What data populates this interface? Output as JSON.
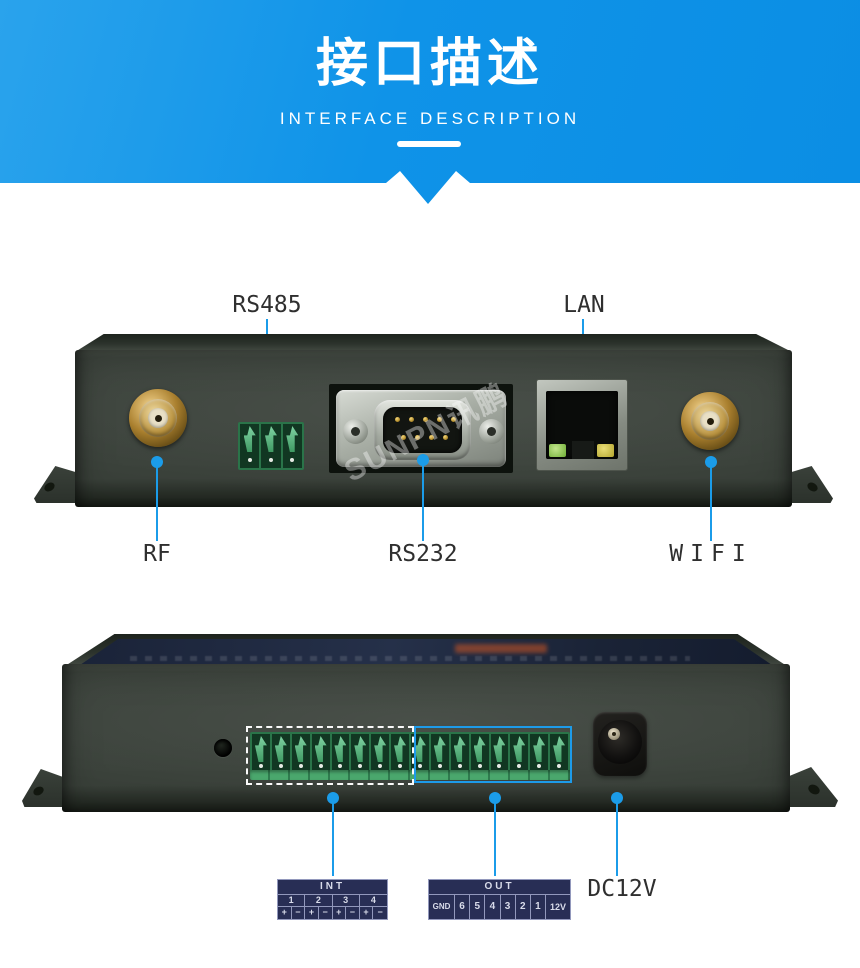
{
  "header": {
    "title": "接口描述",
    "subtitle": "INTERFACE DESCRIPTION"
  },
  "callout_color": "#1b9ce9",
  "front_view": {
    "watermark": "SUNPN讯鹏",
    "labels": {
      "rs485": "RS485",
      "lan": "LAN",
      "rf": "RF",
      "rs232": "RS232",
      "wifi": "WIFI"
    },
    "rs485_terminal": {
      "pin_count": 3
    }
  },
  "back_view": {
    "terminal": {
      "pin_count": 16
    },
    "int_table": {
      "title": "INT",
      "channels": [
        "1",
        "2",
        "3",
        "4"
      ],
      "polarity": [
        "+",
        "−",
        "+",
        "−",
        "+",
        "−",
        "+",
        "−"
      ]
    },
    "out_table": {
      "title": "OUT",
      "cells": [
        "GND",
        "6",
        "5",
        "4",
        "3",
        "2",
        "1",
        "12V"
      ]
    },
    "dc_label": "DC12V"
  }
}
